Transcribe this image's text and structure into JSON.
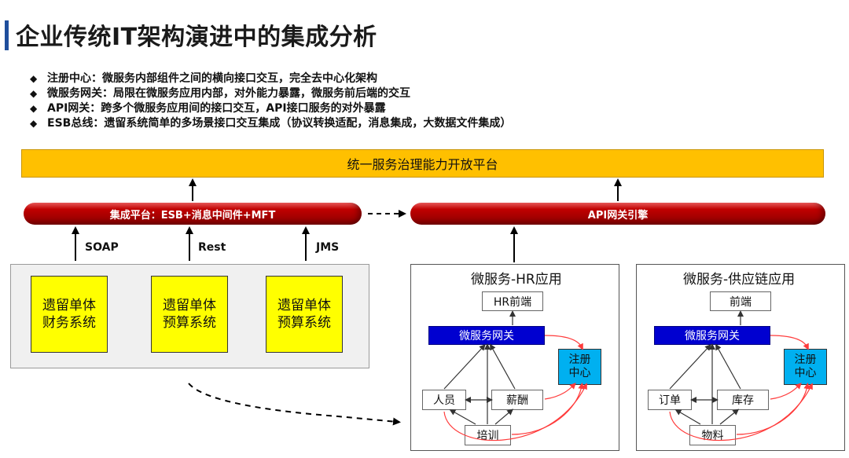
{
  "title": "企业传统IT架构演进中的集成分析",
  "bullets": [
    "注册中心：微服务内部组件之间的横向接口交互，完全去中心化架构",
    "微服务网关：局限在微服务应用内部，对外能力暴露，微服务前后端的交互",
    "API网关：跨多个微服务应用间的接口交互，API接口服务的对外暴露",
    "ESB总线：遗留系统简单的多场景接口交互集成（协议转换适配，消息集成，大数据文件集成）"
  ],
  "governance_label": "统一服务治理能力开放平台",
  "integration_platform_label": "集成平台：ESB+消息中间件+MFT",
  "api_gateway_label": "API网关引擎",
  "protocols": [
    "SOAP",
    "Rest",
    "JMS"
  ],
  "legacy_systems": [
    {
      "line1": "遗留单体",
      "line2": "财务系统"
    },
    {
      "line1": "遗留单体",
      "line2": "预算系统"
    },
    {
      "line1": "遗留单体",
      "line2": "预算系统"
    }
  ],
  "hr_panel": {
    "title": "微服务-HR应用",
    "frontend": "HR前端",
    "gateway": "微服务网关",
    "registry_line1": "注册",
    "registry_line2": "中心",
    "services": [
      "人员",
      "薪酬",
      "培训"
    ]
  },
  "sc_panel": {
    "title": "微服务-供应链应用",
    "frontend": "前端",
    "gateway": "微服务网关",
    "registry_line1": "注册",
    "registry_line2": "中心",
    "services": [
      "订单",
      "库存",
      "物料"
    ]
  },
  "colors": {
    "title_accent": "#1f4e9c",
    "governance": "#ffc000",
    "pipe": "#c00000",
    "legacy": "#ffff00",
    "gateway": "#0000d0",
    "registry": "#00b0f0",
    "red_arrow": "#ff3b3b"
  },
  "icons": [
    "diamond-bullet-icon",
    "arrow-up-icon",
    "dashed-arrow-icon"
  ]
}
